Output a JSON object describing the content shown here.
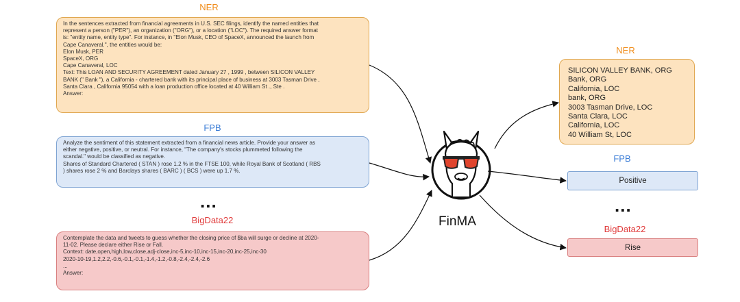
{
  "input": {
    "ner": {
      "title": "NER",
      "lines": [
        "In the sentences extracted from financial agreements in U.S. SEC filings, identify the named entities that",
        "represent a person (\"PER\"), an organization (\"ORG\"), or a location (\"LOC\"). The required answer format",
        "is: \"entity name, entity type\". For instance, in \"Elon Musk, CEO of SpaceX, announced the launch from",
        "Cape Canaveral.\", the entities would be:",
        "Elon Musk, PER",
        "SpaceX, ORG",
        "Cape Canaveral, LOC",
        "Text: This LOAN AND SECURITY AGREEMENT dated January 27 , 1999 , between SILICON VALLEY",
        "BANK (\" Bank \"), a California - chartered bank with its principal place of business at 3003 Tasman Drive ,",
        "Santa Clara , California 95054 with a loan production office located at 40 William St ., Ste .",
        "Answer:"
      ]
    },
    "fpb": {
      "title": "FPB",
      "lines": [
        "Analyze the sentiment of this statement extracted from a financial news article. Provide your answer as",
        "either negative, positive, or neutral. For instance, \"The company's stocks plummeted following the",
        "scandal.\" would be classified as negative.",
        "Shares of Standard Chartered ( STAN ) rose 1.2 % in the FTSE 100, while Royal Bank of Scotland ( RBS",
        ") shares rose 2 % and Barclays shares ( BARC ) ( BCS ) were up 1.7 %."
      ]
    },
    "dots": "...",
    "bigdata": {
      "title": "BigData22",
      "lines": [
        "Contemplate the data and tweets to guess whether the closing price of $ba will surge or decline at 2020-",
        "11-02. Please declare either Rise or Fall.",
        "Context: date,open,high,low,close,adj-close,inc-5,inc-10,inc-15,inc-20,inc-25,inc-30",
        "2020-10-19,1.2,2.2,-0.6,-0.1,-0.1,-1.4,-1.2,-0.8,-2.4,-2.4,-2.6",
        "...",
        "Answer:"
      ]
    }
  },
  "model": {
    "name": "FinMA"
  },
  "output": {
    "ner": {
      "title": "NER",
      "lines": [
        "SILICON VALLEY BANK, ORG",
        "Bank, ORG",
        "California, LOC",
        "bank, ORG",
        "3003 Tasman Drive, LOC",
        "Santa Clara, LOC",
        "California, LOC",
        "40 William St, LOC"
      ]
    },
    "fpb": {
      "title": "FPB",
      "answer": "Positive"
    },
    "dots": "...",
    "bigdata": {
      "title": "BigData22",
      "answer": "Rise"
    }
  },
  "colors": {
    "ner": "#f08c1a",
    "fpb": "#3a7cd6",
    "bigdata": "#e03a3a",
    "ner_fill": "#fde3bf",
    "fpb_fill": "#dde8f7",
    "bigdata_fill": "#f6c9c9"
  },
  "icons": {
    "model": "llama-with-sunglasses-icon"
  }
}
